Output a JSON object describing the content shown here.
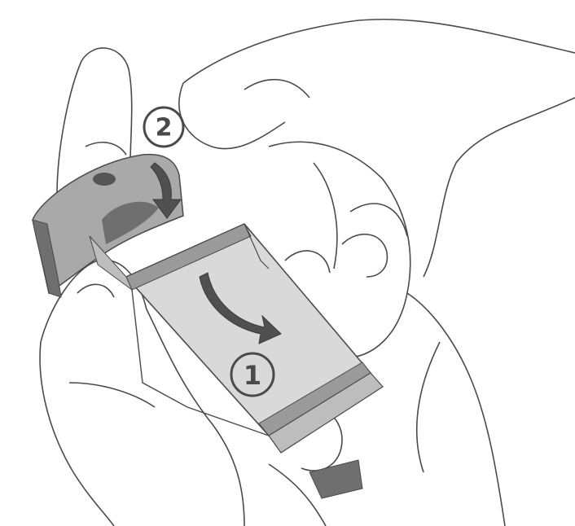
{
  "illustration": {
    "steps": [
      {
        "number": "1",
        "marker": "①"
      },
      {
        "number": "2",
        "marker": "②"
      }
    ],
    "colors": {
      "line": "#4a4a4a",
      "battery_fill": "#d9d9d9",
      "battery_stripe": "#9a9a9a",
      "cover_fill": "#a9a9a9",
      "cover_dark": "#6f6f6f",
      "arrow": "#505050",
      "background": "#ffffff"
    }
  }
}
